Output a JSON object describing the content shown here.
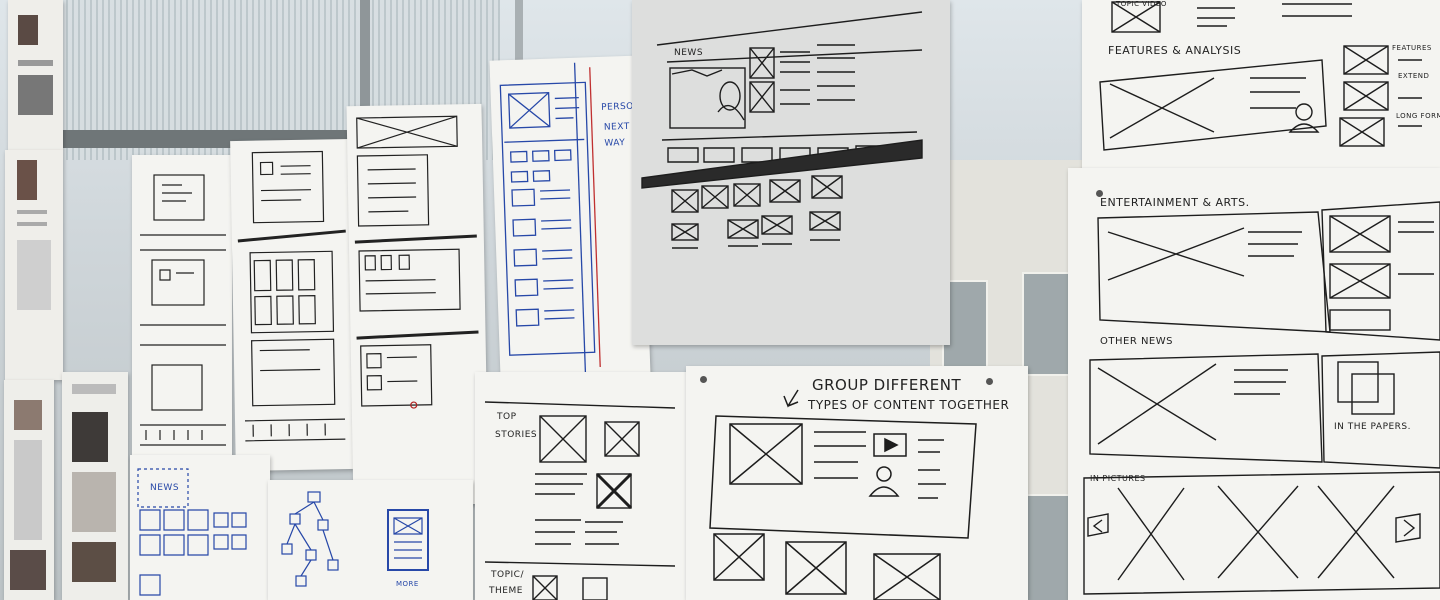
{
  "labels": {
    "news": "NEWS",
    "personal": "PERSONAL",
    "next": "NEXT",
    "way": "WAY",
    "topic_video": "TOPIC VIDEO",
    "features": "FEATURES & ANALYSIS",
    "features_right": "FEATURES",
    "extend": "EXTEND",
    "long_form": "LONG FORM",
    "entertainment": "ENTERTAINMENT & ARTS.",
    "other_news": "OTHER NEWS",
    "in_papers": "IN THE PAPERS.",
    "in_pictures": "IN PICTURES",
    "group_1": "GROUP DIFFERENT",
    "group_2": "TYPES OF CONTENT TOGETHER",
    "top": "TOP",
    "stories": "STORIES",
    "topic": "TOPIC/",
    "theme": "THEME",
    "news_small": "NEWS",
    "more": "MORE"
  },
  "colors": {
    "paper": "#f4f4f1",
    "ink": "#1d1d1d",
    "blue_ink": "#2748a8",
    "glass": "#d5dcdf",
    "building": "#e3e2dc"
  }
}
